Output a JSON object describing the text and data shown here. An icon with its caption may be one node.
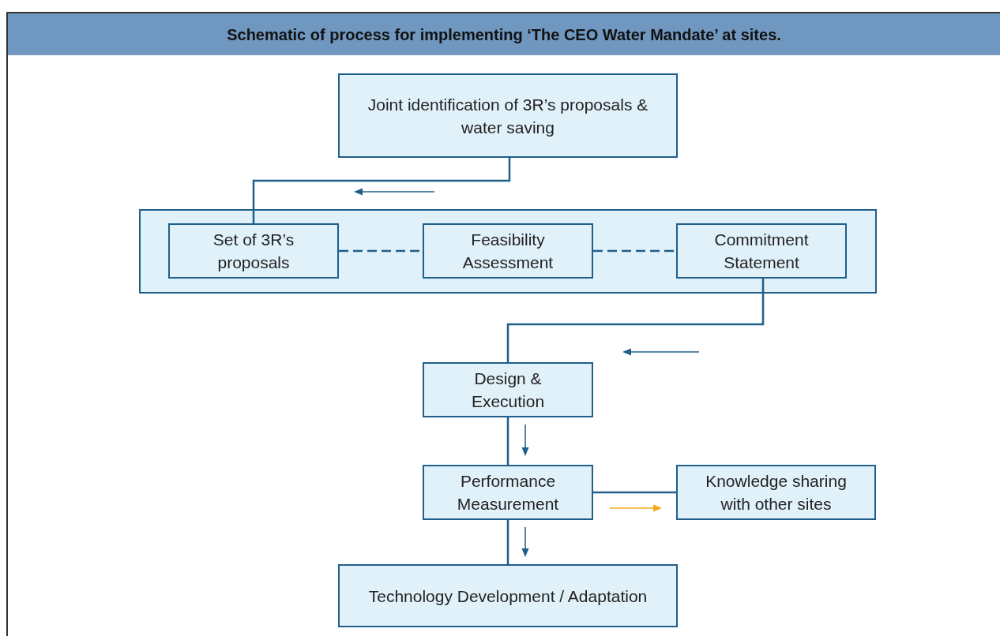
{
  "diagram": {
    "title": "Schematic of process for implementing ‘The CEO Water Mandate’ at sites.",
    "nodes": [
      {
        "text": [
          "Joint identification of 3R’s proposals & water saving"
        ]
      },
      {
        "text": [],
        "shape": "box"
      },
      {
        "text": [
          "Set of 3R’s proposals"
        ],
        "in": 1
      },
      {
        "text": [
          "Feasibility Assessment"
        ],
        "in": 1
      },
      {
        "text": [
          "Commitment Statement"
        ],
        "in": 1
      },
      {
        "text": [
          "Design & Execution"
        ]
      },
      {
        "text": [
          "Performance Measurement"
        ]
      },
      {
        "text": [
          "Knowledge sharing with other sites"
        ]
      },
      {
        "text": [
          "Technology Development / Adaptation"
        ]
      }
    ],
    "edges": [
      {
        "from": 0,
        "to": 2,
        "arrow": "none"
      },
      {
        "from": 2,
        "to": 3,
        "arrow": "none",
        "style": "dashed"
      },
      {
        "from": 3,
        "to": 4,
        "arrow": "none",
        "style": "dashed"
      },
      {
        "from": 4,
        "to": 5,
        "arrow": "none"
      },
      {
        "from": 5,
        "to": 6,
        "arrow": "none"
      },
      {
        "from": 6,
        "to": 7,
        "arrow": "none"
      },
      {
        "from": 6,
        "to": 8,
        "arrow": "none"
      }
    ]
  }
}
